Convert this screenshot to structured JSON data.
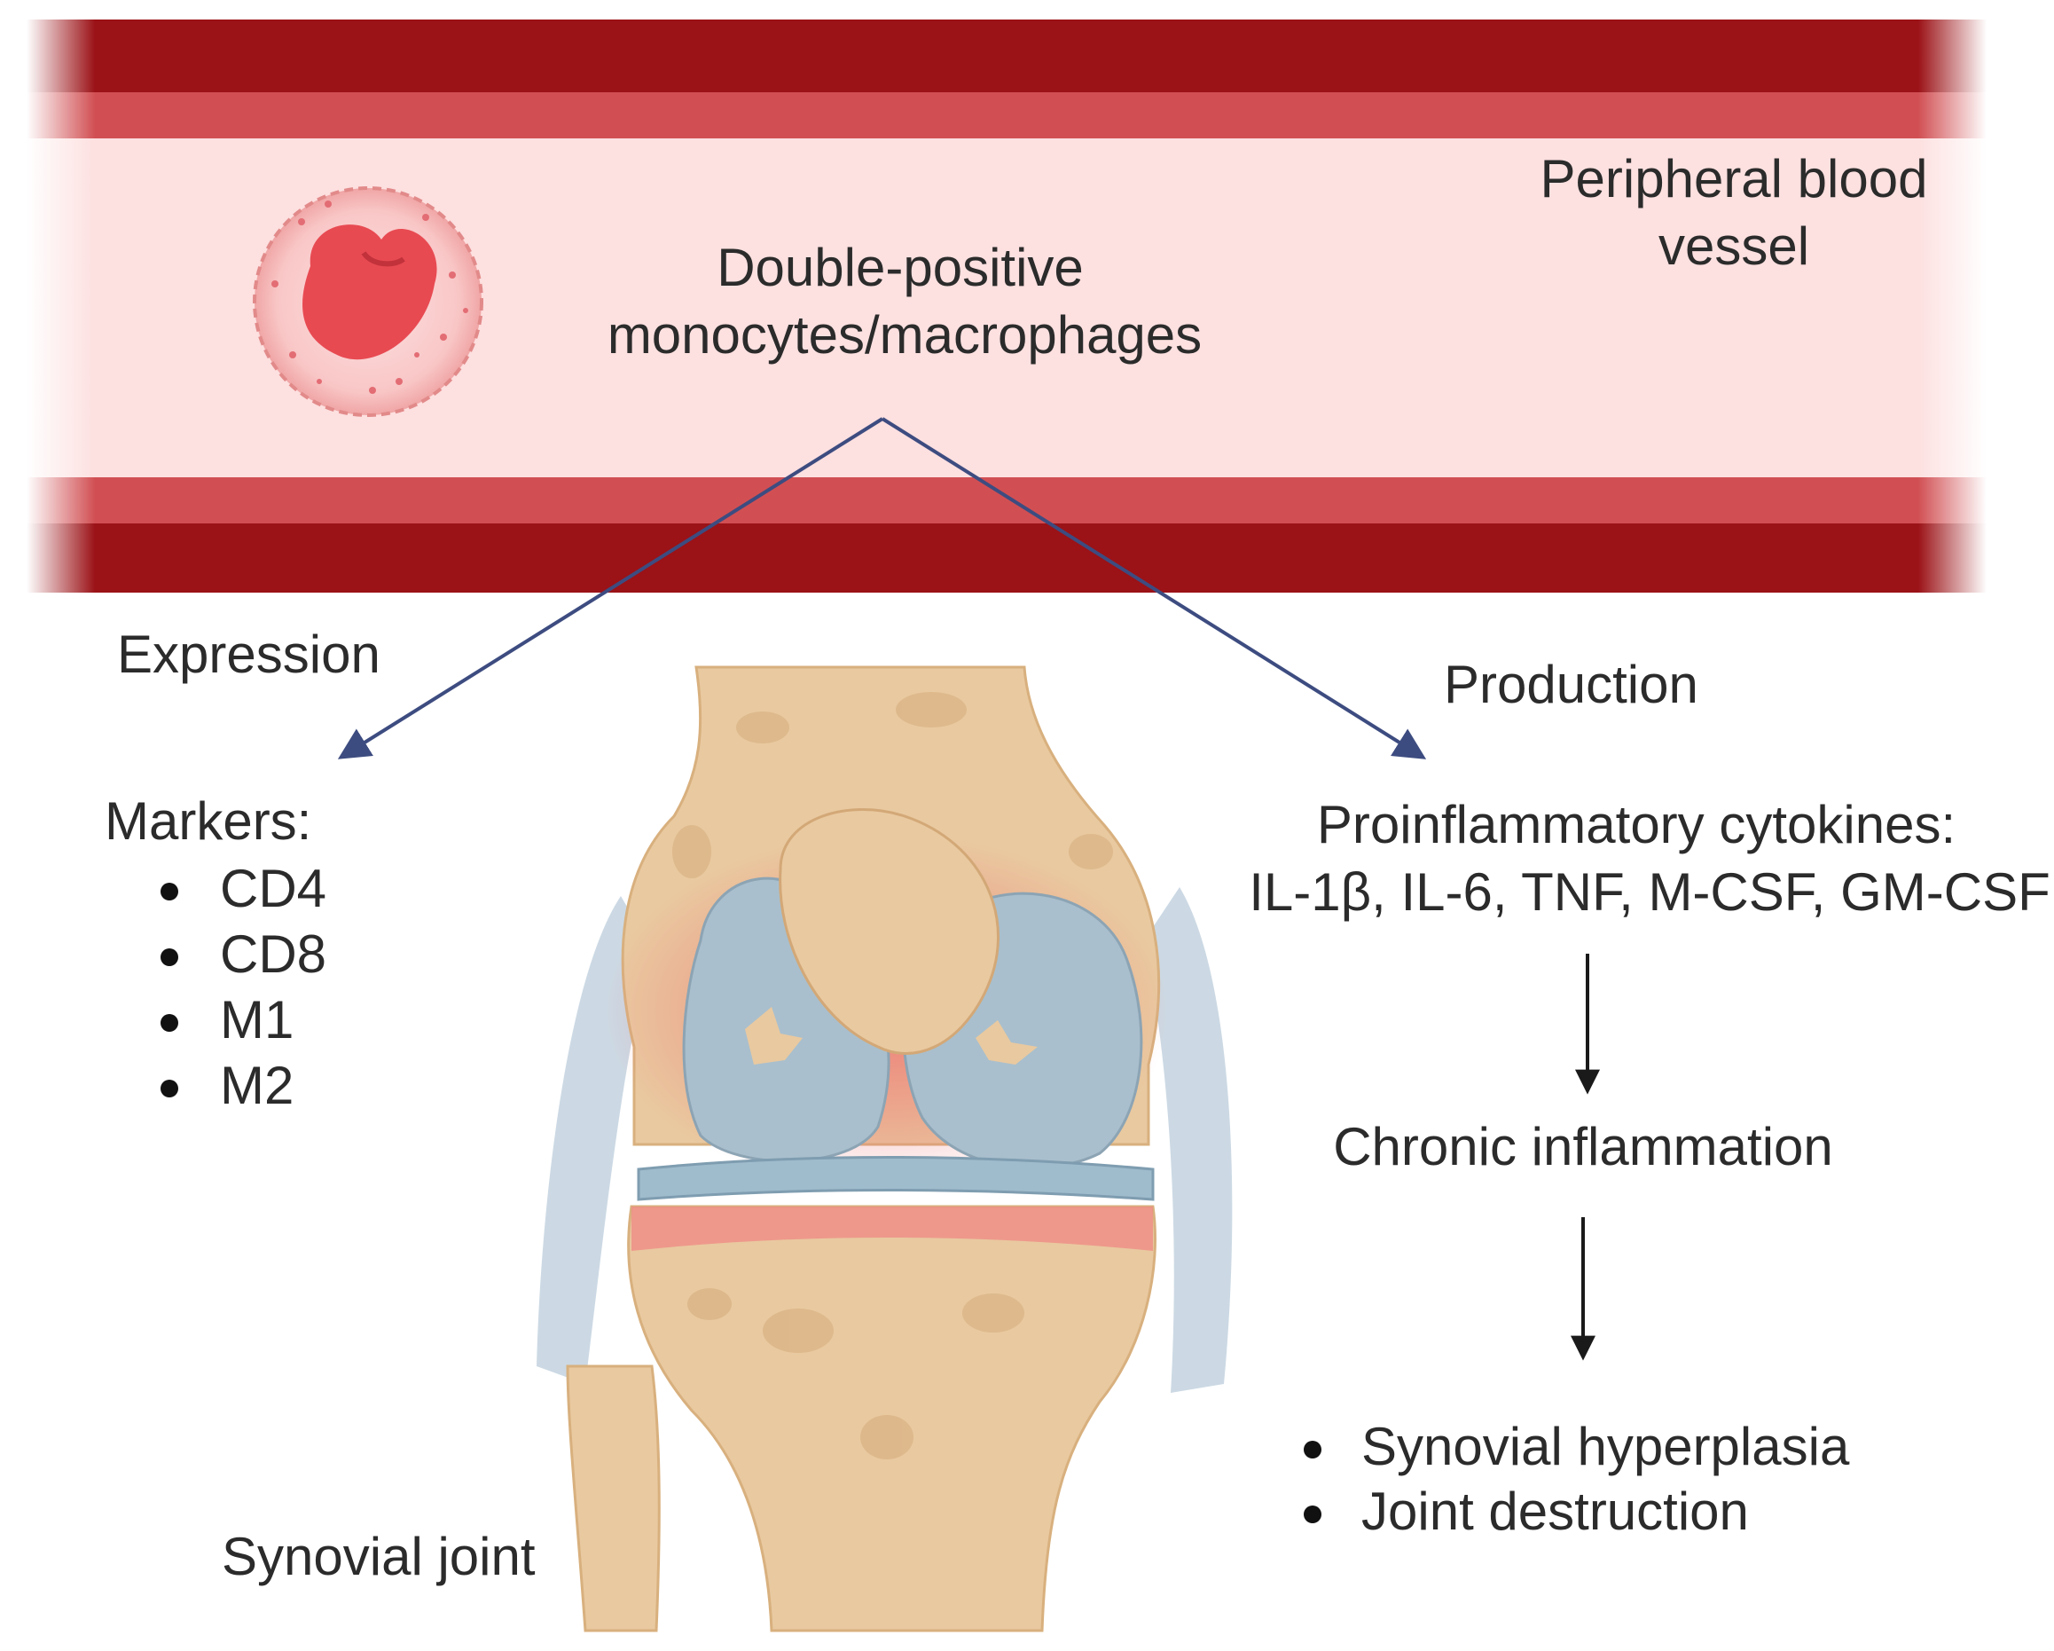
{
  "vessel": {
    "label_line1": "Peripheral blood",
    "label_line2": "vessel",
    "cell_label_line1": "Double-positive",
    "cell_label_line2": "monocytes/macrophages"
  },
  "left_branch": {
    "arrow_label": "Expression",
    "heading": "Markers:",
    "items": [
      "CD4",
      "CD8",
      "M1",
      "M2"
    ]
  },
  "right_branch": {
    "arrow_label": "Production",
    "heading": "Proinflammatory cytokines:",
    "cytokines": "IL-1β, IL-6, TNF, M-CSF, GM-CSF",
    "step2": "Chronic inflammation",
    "outcomes": [
      "Synovial hyperplasia",
      "Joint destruction"
    ]
  },
  "joint": {
    "label": "Synovial joint"
  },
  "colors": {
    "vessel_wall_dark": "#9b1217",
    "vessel_wall_mid": "#d14f53",
    "vessel_lumen": "#fde0e0",
    "bone": "#e9c9a0",
    "cartilage": "#a9bfcd",
    "inflammation": "#ef7b7b",
    "arrow": "#3d4c80"
  }
}
